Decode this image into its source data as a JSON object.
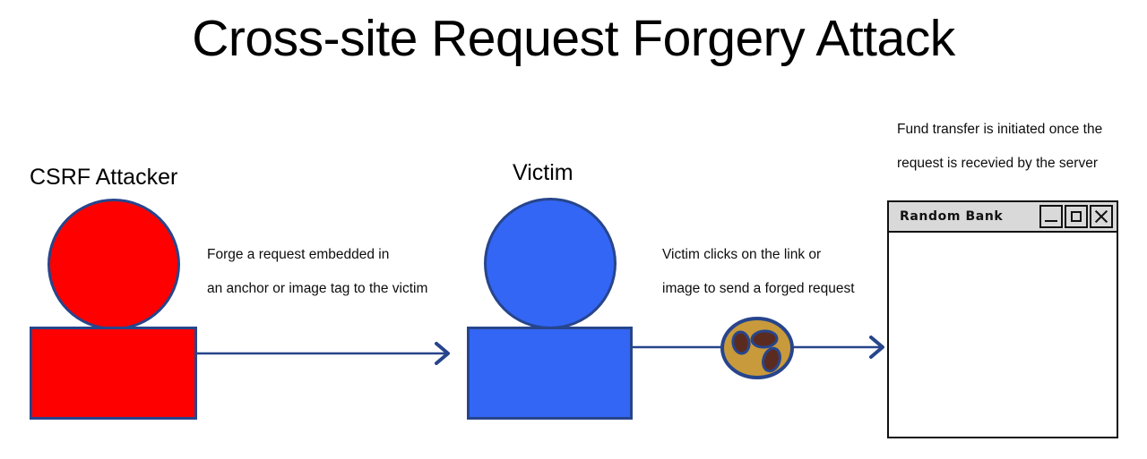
{
  "page": {
    "title": "Cross-site Request Forgery Attack"
  },
  "actors": {
    "attacker": {
      "label": "CSRF Attacker",
      "fill_color": "#FF0000",
      "stroke_color": "#27458C"
    },
    "victim": {
      "label": "Victim",
      "fill_color": "#3366F5",
      "stroke_color": "#27458C"
    }
  },
  "annotations": {
    "forge": {
      "line1": "Forge a request embedded in",
      "line2": "an anchor or image tag to the victim"
    },
    "click": {
      "line1": "Victim clicks on the link or",
      "line2": "image to send a forged request"
    },
    "transfer": {
      "line1": "Fund transfer is initiated once the",
      "line2": "request is recevied by the server"
    }
  },
  "cookie": {
    "name": "session-cookie",
    "fill_color": "#C89A3C",
    "stroke_color": "#27458C",
    "chip_color": "#5C2B20"
  },
  "arrows": {
    "color": "#27458C",
    "attacker_to_victim": "arrow-right-icon",
    "victim_to_bank": "arrow-right-icon"
  },
  "bank_window": {
    "title": "Random Bank",
    "content": "",
    "buttons": {
      "minimize": "minimize-icon",
      "maximize": "maximize-icon",
      "close": "close-icon"
    }
  }
}
